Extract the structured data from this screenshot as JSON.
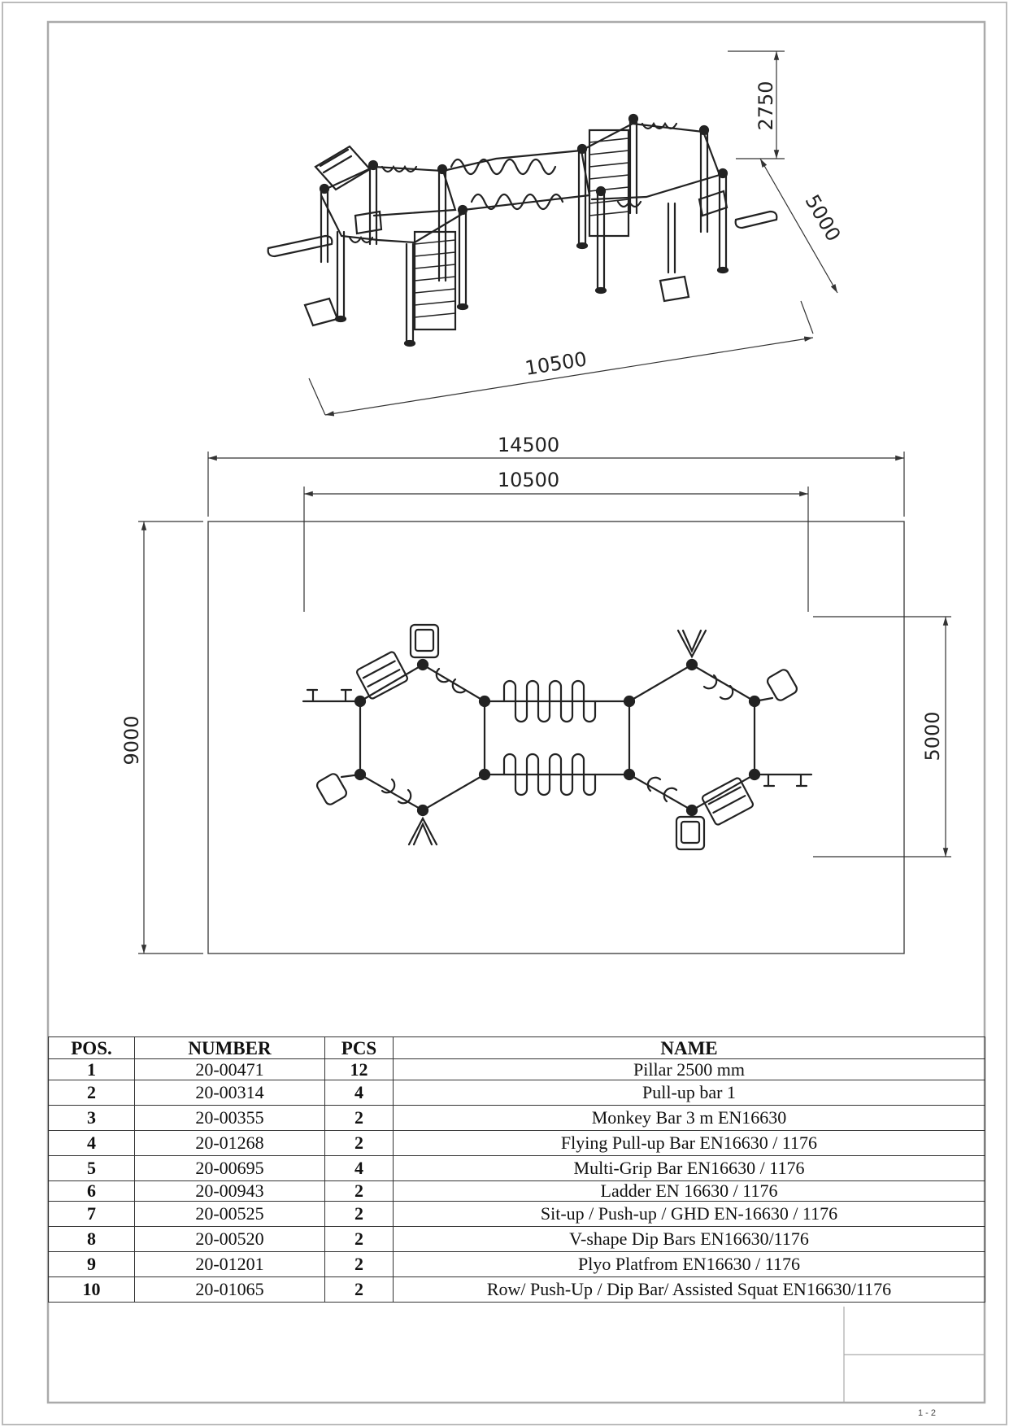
{
  "dimensions": {
    "iso_height": "2750",
    "iso_width": "5000",
    "iso_length": "10500",
    "plan_outer_width": "14500",
    "plan_inner_width": "10500",
    "plan_outer_height": "9000",
    "plan_inner_height": "5000"
  },
  "bom": {
    "headers": {
      "pos": "POS.",
      "number": "NUMBER",
      "pcs": "PCS",
      "name": "NAME"
    },
    "rows": [
      {
        "pos": "1",
        "number": "20-00471",
        "pcs": "12",
        "name": "Pillar 2500 mm"
      },
      {
        "pos": "2",
        "number": "20-00314",
        "pcs": "4",
        "name": "Pull-up bar 1"
      },
      {
        "pos": "3",
        "number": "20-00355",
        "pcs": "2",
        "name": "Monkey Bar 3 m EN16630"
      },
      {
        "pos": "4",
        "number": "20-01268",
        "pcs": "2",
        "name": "Flying Pull-up Bar EN16630 / 1176"
      },
      {
        "pos": "5",
        "number": "20-00695",
        "pcs": "4",
        "name": "Multi-Grip Bar EN16630 / 1176"
      },
      {
        "pos": "6",
        "number": "20-00943",
        "pcs": "2",
        "name": "Ladder EN 16630 / 1176"
      },
      {
        "pos": "7",
        "number": "20-00525",
        "pcs": "2",
        "name": "Sit-up / Push-up / GHD EN-16630 / 1176"
      },
      {
        "pos": "8",
        "number": "20-00520",
        "pcs": "2",
        "name": "V-shape Dip Bars EN16630/1176"
      },
      {
        "pos": "9",
        "number": "20-01201",
        "pcs": "2",
        "name": "Plyo Platfrom  EN16630 / 1176"
      },
      {
        "pos": "10",
        "number": "20-01065",
        "pcs": "2",
        "name": "Row/ Push-Up / Dip Bar/ Assisted Squat EN16630/1176"
      }
    ]
  },
  "sheet": {
    "page_number": "1 - 2"
  }
}
